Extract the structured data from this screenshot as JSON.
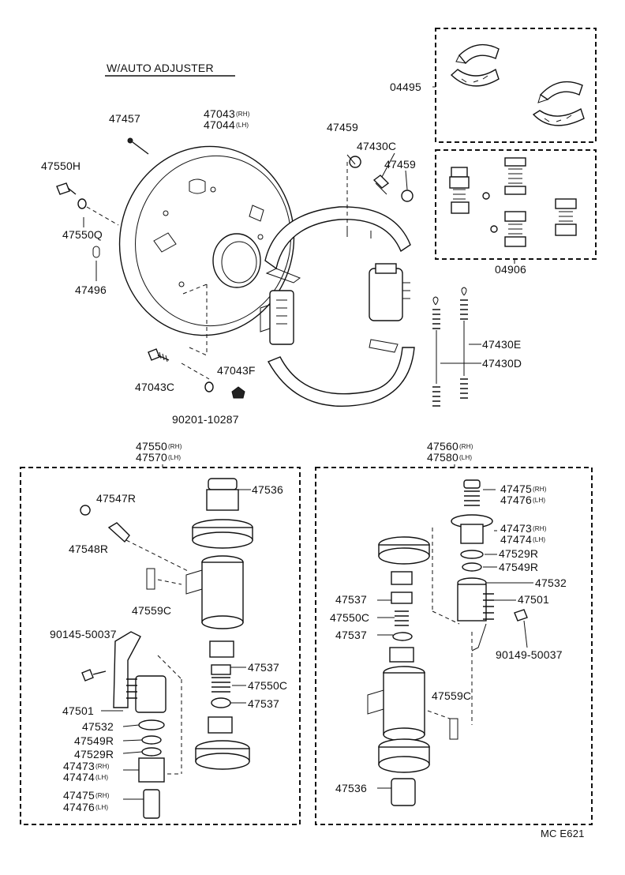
{
  "header": {
    "title": "W/AUTO ADJUSTER"
  },
  "footer": {
    "code": "MC E621"
  },
  "labels": {
    "p04495": "04495",
    "p04906": "04906",
    "p47457": "47457",
    "p47043": "47043",
    "p47043_sfx": "(RH)",
    "p47044": "47044",
    "p47044_sfx": "(LH)",
    "p47459a": "47459",
    "p47430C": "47430C",
    "p47459b": "47459",
    "p47550H": "47550H",
    "p47550Q": "47550Q",
    "p47496": "47496",
    "p47430E": "47430E",
    "p47430D": "47430D",
    "p47043C": "47043C",
    "p47043F": "47043F",
    "p90201": "90201-10287",
    "p47550": "47550",
    "p47550_sfx": "(RH)",
    "p47570": "47570",
    "p47570_sfx": "(LH)",
    "p47560": "47560",
    "p47560_sfx": "(RH)",
    "p47580": "47580",
    "p47580_sfx": "(LH)",
    "L_47536": "47536",
    "L_47547R": "47547R",
    "L_47548R": "47548R",
    "L_47559C": "47559C",
    "L_90145": "90145-50037",
    "L_47537a": "47537",
    "L_47550C": "47550C",
    "L_47537b": "47537",
    "L_47501": "47501",
    "L_47532": "47532",
    "L_47549R": "47549R",
    "L_47529R": "47529R",
    "L_47473": "47473",
    "L_47473_sfx": "(RH)",
    "L_47474": "47474",
    "L_47474_sfx": "(LH)",
    "L_47475": "47475",
    "L_47475_sfx": "(RH)",
    "L_47476": "47476",
    "L_47476_sfx": "(LH)",
    "R_47475": "47475",
    "R_47475_sfx": "(RH)",
    "R_47476": "47476",
    "R_47476_sfx": "(LH)",
    "R_47473": "47473",
    "R_47473_sfx": "(RH)",
    "R_47474": "47474",
    "R_47474_sfx": "(LH)",
    "R_47529R": "47529R",
    "R_47549R": "47549R",
    "R_47532": "47532",
    "R_47537a": "47537",
    "R_47501": "47501",
    "R_47550C": "47550C",
    "R_47537b": "47537",
    "R_90149": "90149-50037",
    "R_47559C": "47559C",
    "R_47536": "47536"
  }
}
